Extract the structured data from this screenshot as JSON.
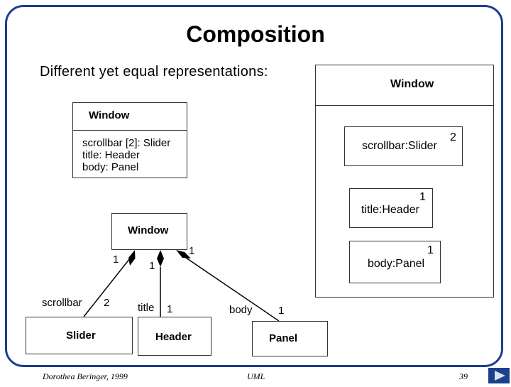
{
  "slide": {
    "title": "Composition",
    "subtitle": "Different yet equal representations:"
  },
  "class_box": {
    "name": "Window",
    "attributes": [
      "scrollbar [2]: Slider",
      "title: Header",
      "body: Panel"
    ]
  },
  "tree": {
    "whole": "Window",
    "parts": [
      {
        "class": "Slider",
        "role": "scrollbar",
        "whole_multiplicity": "1",
        "part_multiplicity": "2"
      },
      {
        "class": "Header",
        "role": "title",
        "whole_multiplicity": "1",
        "part_multiplicity": "1"
      },
      {
        "class": "Panel",
        "role": "body",
        "whole_multiplicity": "1",
        "part_multiplicity": "1"
      }
    ]
  },
  "nested": {
    "name": "Window",
    "parts": [
      {
        "label": "scrollbar:Slider",
        "multiplicity": "2"
      },
      {
        "label": "title:Header",
        "multiplicity": "1"
      },
      {
        "label": "body:Panel",
        "multiplicity": "1"
      }
    ]
  },
  "footer": {
    "author": "Dorothea Beringer, 1999",
    "topic": "UML",
    "page": "39"
  },
  "colors": {
    "frame": "#1c3f8e",
    "nav_button": "#1c3f8e"
  }
}
